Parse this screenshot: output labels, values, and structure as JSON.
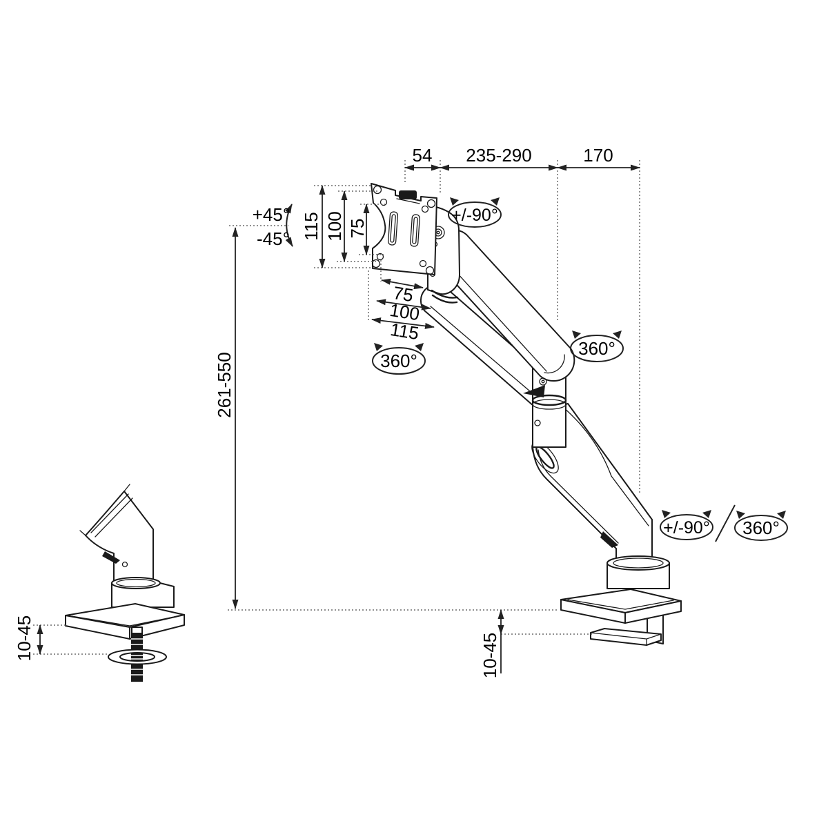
{
  "title": "monitor-arm-dimension-diagram",
  "dimensions": {
    "head_offset_mm": "54",
    "arm_reach_mm": "235-290",
    "base_offset_mm": "170",
    "vesa_plate_height": "115",
    "vesa_hole_spacing_v_100": "100",
    "vesa_hole_spacing_v_75": "75",
    "vesa_hole_spacing_h_75": "75",
    "vesa_hole_spacing_h_100": "100",
    "vesa_plate_width": "115",
    "height_range_mm": "261-550",
    "desk_thickness_grommet": "10-45",
    "desk_thickness_clamp": "10-45"
  },
  "rotations": {
    "tilt_up": "+45°",
    "tilt_down": "-45°",
    "head_swivel": "+/-90°",
    "upper_arm_rotation": "360°",
    "lower_arm_rotation": "360°",
    "base_swivel": "+/-90°",
    "base_rotation": "360°"
  },
  "colors": {
    "outline": "#1a1a1a",
    "dimension": "#222222",
    "dotted": "#6b6b6b",
    "background": "#ffffff"
  }
}
